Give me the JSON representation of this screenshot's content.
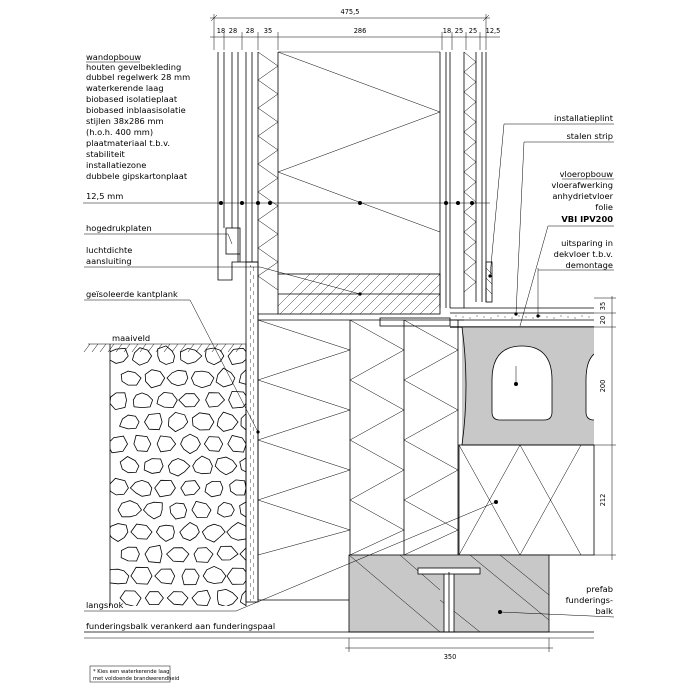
{
  "dimensions": {
    "top_total": "475,5",
    "top_segments": [
      "18",
      "28",
      "28",
      "35",
      "286",
      "18",
      "25",
      "25",
      "12,5"
    ],
    "right_segments": [
      "35",
      "20",
      "200",
      "212"
    ],
    "bottom": "350"
  },
  "labels_left": {
    "wall_heading": "wandopbouw",
    "wall_layers": [
      "houten gevelbekleding",
      "dubbel regelwerk 28 mm",
      "waterkerende laag",
      "biobased isolatieplaat",
      "biobased inblaasisolatie",
      "stijlen 38x286 mm",
      "(h.o.h. 400 mm)",
      "plaatmateriaal t.b.v.",
      "stabiliteit",
      "installatiezone",
      "dubbele gipskartonplaat",
      "12,5 mm"
    ],
    "hogedrukplaten": "hogedrukplaten",
    "luchtdichte_1": "luchtdichte",
    "luchtdichte_2": "aansluiting",
    "kantplank": "geïsoleerde kantplank",
    "maaiveld": "maaiveld",
    "langsnok": "langsnok",
    "funderingsbalk": "funderingsbalk verankerd aan funderingspaal"
  },
  "labels_right": {
    "installatieplint": "installatieplint",
    "stalen_strip": "stalen strip",
    "floor_heading": "vloeropbouw",
    "floor_layers": [
      "vloerafwerking",
      "anhydrietvloer",
      "folie"
    ],
    "vbi": "VBI IPV200",
    "uitsparing": [
      "uitsparing in",
      "dekvloer t.b.v.",
      "demontage"
    ],
    "prefab": [
      "prefab",
      "funderings-",
      "balk"
    ]
  },
  "footnote": [
    "* Kies een waterkerende laag",
    "met voldoende brandwerendheid"
  ],
  "colors": {
    "line": "#000000",
    "concrete": "#c8c8c8",
    "background": "#ffffff"
  }
}
